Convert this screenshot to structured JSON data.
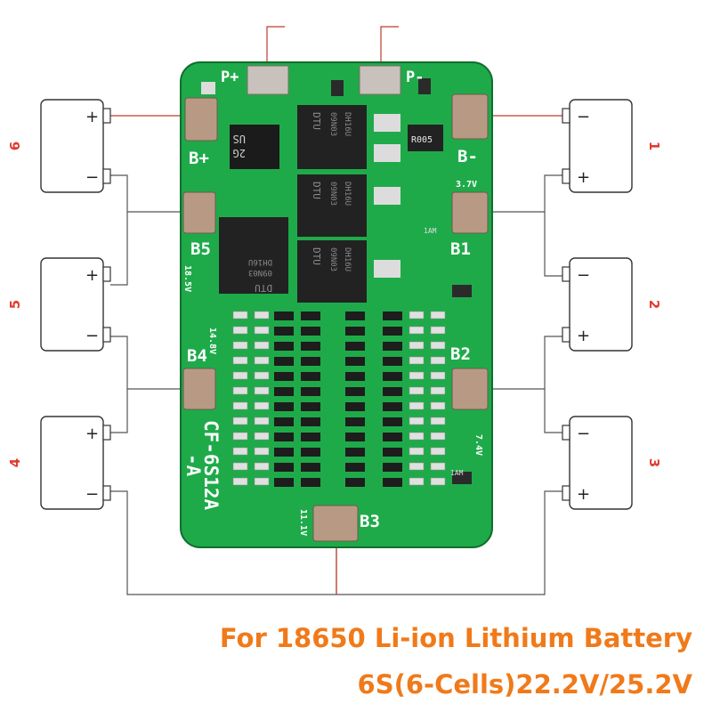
{
  "terminals": {
    "p_plus": "P+",
    "p_minus": "P-",
    "b_plus": "B+",
    "b_minus": "B-",
    "b1": "B1",
    "b2": "B2",
    "b3": "B3",
    "b4": "B4",
    "b5": "B5"
  },
  "board": {
    "model": "CF-6S12A",
    "model_suffix": "-A",
    "chip_us": "US",
    "chip_2g": "2G",
    "resistor_r005": "R005",
    "mosfet_brand": "DTU",
    "mosfet_code_a": "09N03",
    "mosfet_code_b": "DH16U",
    "v_37": "3.7V",
    "v_74": "7.4V",
    "v_111": "11.1V",
    "v_148": "14.8V",
    "v_185": "18.5V",
    "smd_1am": "1AM"
  },
  "cells": [
    {
      "number": "1",
      "top_sign": "−",
      "bottom_sign": "+"
    },
    {
      "number": "2",
      "top_sign": "−",
      "bottom_sign": "+"
    },
    {
      "number": "3",
      "top_sign": "−",
      "bottom_sign": "+"
    },
    {
      "number": "4",
      "top_sign": "+",
      "bottom_sign": "−"
    },
    {
      "number": "5",
      "top_sign": "+",
      "bottom_sign": "−"
    },
    {
      "number": "6",
      "top_sign": "+",
      "bottom_sign": "−"
    }
  ],
  "caption": {
    "line1": "For 18650 Li-ion Lithium Battery",
    "line2": "6S(6-Cells)22.2V/25.2V"
  },
  "colors": {
    "pcb_green": "#1faa4a",
    "pcb_dark": "#137a35",
    "wire_gray": "#555555",
    "wire_red": "#c0392b",
    "label_red": "#e23b2e",
    "caption_orange": "#f07a1a",
    "pad_copper": "#b89a84"
  }
}
